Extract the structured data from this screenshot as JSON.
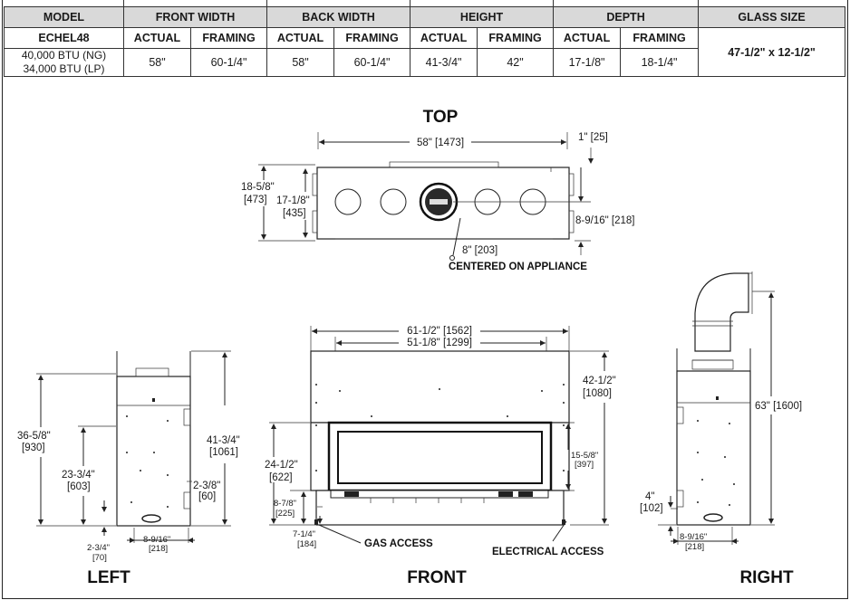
{
  "table": {
    "headers": [
      "MODEL",
      "FRONT WIDTH",
      "BACK WIDTH",
      "HEIGHT",
      "DEPTH",
      "GLASS SIZE"
    ],
    "subheaders": [
      "ACTUAL",
      "FRAMING",
      "ACTUAL",
      "FRAMING",
      "ACTUAL",
      "FRAMING",
      "ACTUAL",
      "FRAMING"
    ],
    "model_name": "ECHEL48",
    "model_btu_ng": "40,000 BTU (NG)",
    "model_btu_lp": "34,000 BTU (LP)",
    "values": [
      "58\"",
      "60-1/4\"",
      "58\"",
      "60-1/4\"",
      "41-3/4\"",
      "42\"",
      "17-1/8\"",
      "18-1/4\""
    ],
    "glass_size": "47-1/2\" x 12-1/2\""
  },
  "views": {
    "top": "TOP",
    "left": "LEFT",
    "front": "FRONT",
    "right": "RIGHT"
  },
  "top_dims": {
    "width": "58\" [1473]",
    "offset": "1\" [25]",
    "depth_outer_in": "18-5/8\"",
    "depth_outer_mm": "[473]",
    "depth_inner_in": "17-1/8\"",
    "depth_inner_mm": "[435]",
    "vent_offset": "8-9/16\" [218]",
    "vent_dia": "8\" [203]",
    "centered": "CENTERED ON APPLIANCE"
  },
  "front_dims": {
    "outer_width": "61-1/2\" [1562]",
    "inner_width": "51-1/8\" [1299]",
    "top_height_in": "42-1/2\"",
    "top_height_mm": "[1080]",
    "glass_height_in": "15-5/8\"",
    "glass_height_mm": "[397]",
    "opening_in": "24-1/2\"",
    "opening_mm": "[622]",
    "base_in": "8-7/8\"",
    "base_mm": "[225]",
    "bottom_in": "7-1/4\"",
    "bottom_mm": "[184]",
    "gas_access": "GAS ACCESS",
    "electrical_access": "ELECTRICAL ACCESS"
  },
  "left_dims": {
    "overall_in": "36-5/8\"",
    "overall_mm": "[930]",
    "mid_in": "23-3/4\"",
    "mid_mm": "[603]",
    "height_in": "41-3/4\"",
    "height_mm": "[1061]",
    "flange_in": "2-3/8\"",
    "flange_mm": "[60]",
    "gas_in": "2-3/4\"",
    "gas_mm": "[70]",
    "depth_in": "8-9/16\"",
    "depth_mm": "[218]"
  },
  "right_dims": {
    "vent_height": "63\" [1600]",
    "elec_in": "4\"",
    "elec_mm": "[102]",
    "depth_in": "8-9/16\"",
    "depth_mm": "[218]"
  }
}
